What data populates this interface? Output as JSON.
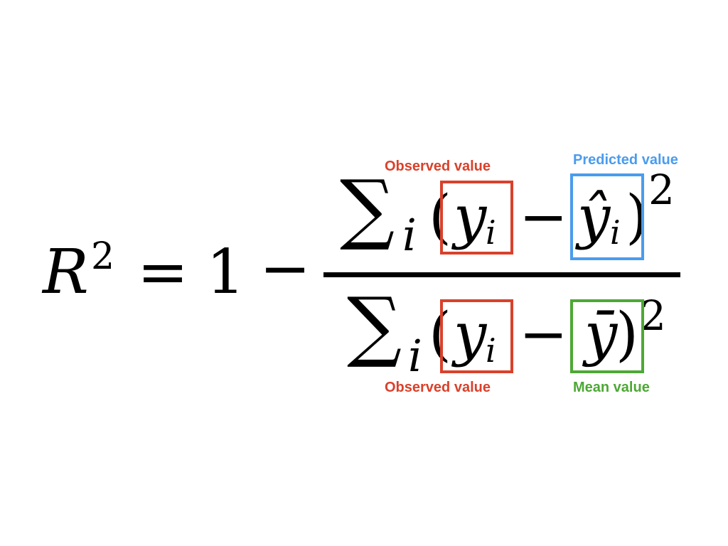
{
  "colors": {
    "observed": "#d9412b",
    "predicted": "#4a9ced",
    "mean": "#4da835",
    "text": "#000000"
  },
  "formula": {
    "lhs_symbol": "R",
    "lhs_exponent": "2",
    "equals": "=",
    "one": "1",
    "minus": "−",
    "numerator": {
      "sum": "∑",
      "index": "i",
      "open_paren": "(",
      "y": "y",
      "y_sub": "i",
      "minus": "−",
      "y_hat": "ŷ",
      "y_hat_sub": "i",
      "close_paren": ")",
      "exponent": "2"
    },
    "denominator": {
      "sum": "∑",
      "index": "i",
      "open_paren": "(",
      "y": "y",
      "y_sub": "i",
      "minus": "−",
      "y_bar": "ȳ",
      "close_paren": ")",
      "exponent": "2"
    }
  },
  "labels": {
    "observed_top": "Observed value",
    "predicted": "Predicted value",
    "observed_bottom": "Observed value",
    "mean": "Mean value"
  }
}
